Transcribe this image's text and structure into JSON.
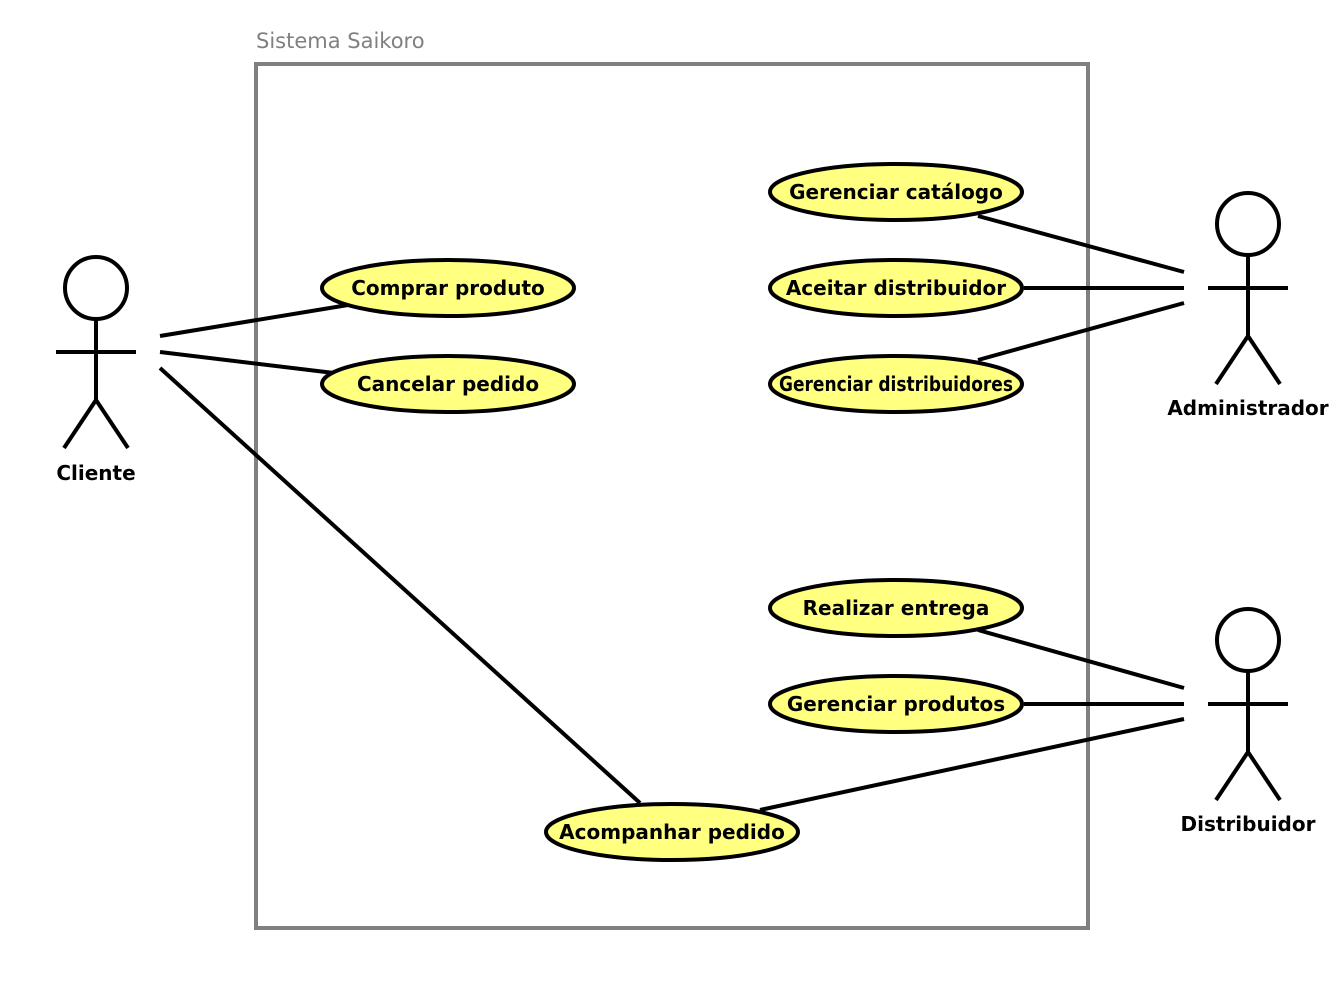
{
  "system": {
    "title": "Sistema Saikoro"
  },
  "colors": {
    "usecase_fill": "#ffff80",
    "boundary": "#808080",
    "line": "#000000"
  },
  "actors": {
    "cliente": "Cliente",
    "administrador": "Administrador",
    "distribuidor": "Distribuidor"
  },
  "use_cases": {
    "comprar_produto": "Comprar produto",
    "cancelar_pedido": "Cancelar pedido",
    "gerenciar_catalogo": "Gerenciar catálogo",
    "aceitar_distribuidor": "Aceitar distribuidor",
    "gerenciar_distribuidores": "Gerenciar distribuidores",
    "realizar_entrega": "Realizar entrega",
    "gerenciar_produtos": "Gerenciar produtos",
    "acompanhar_pedido": "Acompanhar pedido"
  },
  "associations": [
    {
      "actor": "Cliente",
      "use_case": "Comprar produto"
    },
    {
      "actor": "Cliente",
      "use_case": "Cancelar pedido"
    },
    {
      "actor": "Cliente",
      "use_case": "Acompanhar pedido"
    },
    {
      "actor": "Administrador",
      "use_case": "Gerenciar catálogo"
    },
    {
      "actor": "Administrador",
      "use_case": "Aceitar distribuidor"
    },
    {
      "actor": "Administrador",
      "use_case": "Gerenciar distribuidores"
    },
    {
      "actor": "Distribuidor",
      "use_case": "Realizar entrega"
    },
    {
      "actor": "Distribuidor",
      "use_case": "Gerenciar produtos"
    },
    {
      "actor": "Distribuidor",
      "use_case": "Acompanhar pedido"
    }
  ]
}
